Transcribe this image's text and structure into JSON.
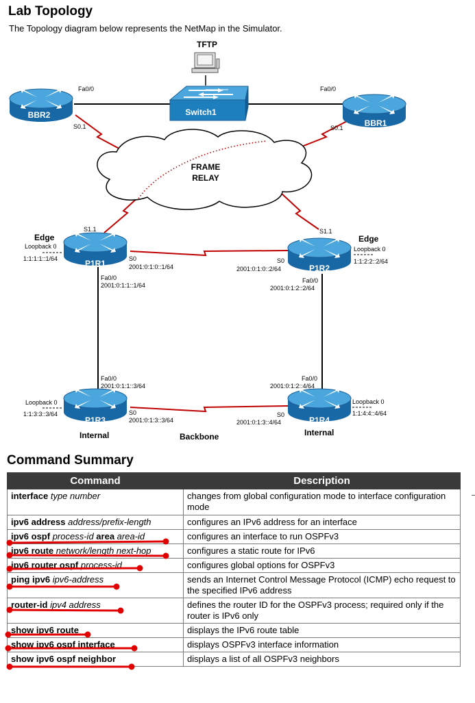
{
  "header": {
    "title": "Lab Topology",
    "subtitle": "The Topology diagram below represents the NetMap in the Simulator."
  },
  "diagram": {
    "tftp": "TFTP",
    "switch": "Switch1",
    "cloud": {
      "line1": "FRAME",
      "line2": "RELAY"
    },
    "backbone": "Backbone",
    "routers": {
      "bbr2": {
        "name": "BBR2",
        "fa": "Fa0/0",
        "s": "S0.1"
      },
      "bbr1": {
        "name": "BBR1",
        "fa": "Fa0/0",
        "s": "S0.1"
      },
      "p1r1": {
        "name": "P1R1",
        "role": "Edge",
        "loopback": "Loopback 0",
        "loop_addr": "1:1:1:1::1/64",
        "s11": "S1.1",
        "s0": "S0",
        "s0_addr": "2001:0:1:0::1/64",
        "fa": "Fa0/0",
        "fa_addr": "2001:0:1:1::1/64"
      },
      "p1r2": {
        "name": "P1R2",
        "role": "Edge",
        "loopback": "Loopback 0",
        "loop_addr": "1:1:2:2::2/64",
        "s11": "S1.1",
        "s0": "S0",
        "s0_addr": "2001:0:1:0::2/64",
        "fa": "Fa0/0",
        "fa_addr": "2001:0:1:2::2/64"
      },
      "p1r3": {
        "name": "P1R3",
        "role": "Internal",
        "loopback": "Loopback 0",
        "loop_addr": "1:1:3:3::3/64",
        "s0": "S0",
        "s0_addr": "2001:0:1:3::3/64",
        "fa": "Fa0/0",
        "fa_addr": "2001:0:1:1::3/64"
      },
      "p1r4": {
        "name": "P1R4",
        "role": "Internal",
        "loopback": "Loopback 0",
        "loop_addr": "1:1:4:4::4/64",
        "s0": "S0",
        "s0_addr": "2001:0:1:3::4/64",
        "fa": "Fa0/0",
        "fa_addr": "2001:0:1:2::4/64"
      }
    }
  },
  "summary": {
    "title": "Command Summary",
    "headers": [
      "Command",
      "Description"
    ],
    "rows": [
      {
        "b1": "interface",
        "i1": "type number",
        "b2": "",
        "i2": "",
        "desc": "changes from global configuration mode to interface configuration mode"
      },
      {
        "b1": "ipv6 address",
        "i1": "address/prefix-length",
        "b2": "",
        "i2": "",
        "desc": "configures an IPv6 address for an interface"
      },
      {
        "b1": "ipv6 ospf",
        "i1": "process-id",
        "b2": "area",
        "i2": "area-id",
        "desc": "configures an interface to run OSPFv3"
      },
      {
        "b1": "ipv6 route",
        "i1": "network/length next-hop",
        "b2": "",
        "i2": "",
        "desc": "configures a static route for IPv6"
      },
      {
        "b1": "ipv6 router ospf",
        "i1": "process-id",
        "b2": "",
        "i2": "",
        "desc": "configures global options for OSPFv3"
      },
      {
        "b1": "ping ipv6",
        "i1": "ipv6-address",
        "b2": "",
        "i2": "",
        "desc": "sends an Internet Control Message Protocol (ICMP) echo request to the specified IPv6 address"
      },
      {
        "b1": "router-id",
        "i1": "ipv4 address",
        "b2": "",
        "i2": "",
        "desc": "defines the router ID for the OSPFv3 process; required only if the router is IPv6 only"
      },
      {
        "b1": "show ipv6 route",
        "i1": "",
        "b2": "",
        "i2": "",
        "desc": "displays the IPv6 route table"
      },
      {
        "b1": "show ipv6 ospf interface",
        "i1": "",
        "b2": "",
        "i2": "",
        "desc": "displays OSPFv3 interface information"
      },
      {
        "b1": "show ipv6 ospf neighbor",
        "i1": "",
        "b2": "",
        "i2": "",
        "desc": "displays a list of all OSPFv3 neighbors"
      }
    ]
  },
  "colors": {
    "router": "#1e7fbf",
    "router_top": "#4aa3d8",
    "serial": "#c00000",
    "annotation": "#e00000",
    "table_header": "#3a3a3a"
  }
}
